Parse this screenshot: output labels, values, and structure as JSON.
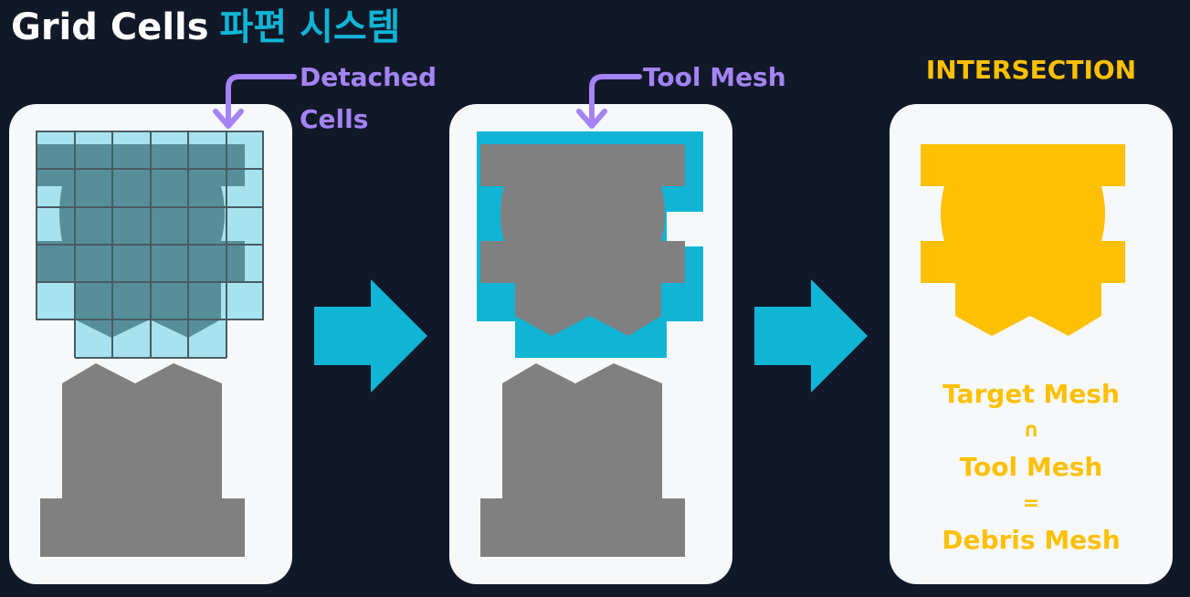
{
  "title": {
    "main": "Grid Cells",
    "accent": "파편 시스템"
  },
  "labels": {
    "detached_cells": "Detached Cells",
    "tool_mesh": "Tool Mesh",
    "intersection": "INTERSECTION"
  },
  "formula": {
    "target": "Target Mesh",
    "intersect_symbol": "∩",
    "tool": "Tool Mesh",
    "equals": "=",
    "result": "Debris Mesh"
  },
  "colors": {
    "background": "#111828",
    "panel": "#f6f8fa",
    "mesh_gray": "#808080",
    "cell_light": "#a7e3ee",
    "cell_dark": "#568f9a",
    "tool_cyan": "#10b5d6",
    "accent_purple": "#a483f5",
    "accent_yellow": "#fdc002"
  }
}
